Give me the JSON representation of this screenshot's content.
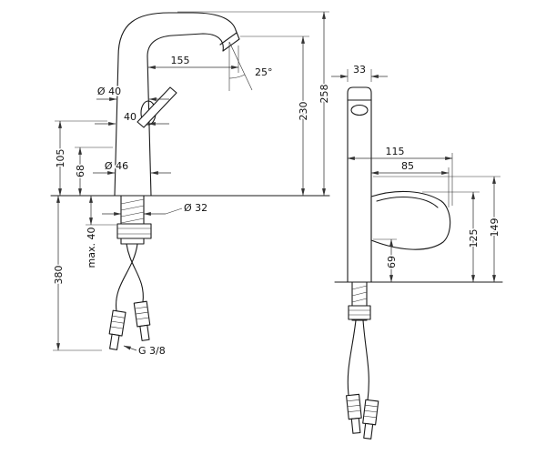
{
  "page": {
    "background": "#ffffff",
    "line_color": "#1a1a1a",
    "dimension_line_color": "#333333"
  },
  "drawing": {
    "kind": "faucet-installation-dimension-drawing",
    "views": [
      "side-view",
      "front-view"
    ],
    "dims": {
      "side": {
        "spout_reach": "155",
        "spout_angle": "25°",
        "top_diameter": "Ø 40",
        "handle_width": "40",
        "handle_height": "105",
        "aerator_height": "68",
        "base_diameter": "Ø 46",
        "shaft_diameter": "Ø 32",
        "spout_outlet_height": "230",
        "overall_height": "258",
        "max_deck_thickness": "max. 40",
        "hose_length": "380",
        "connection_thread": "G 3/8"
      },
      "front": {
        "body_width": "33",
        "handle_reach_overall": "115",
        "handle_reach": "85",
        "handle_underside_height": "69",
        "handle_pivot_height": "125",
        "handle_top_height": "149"
      }
    }
  }
}
